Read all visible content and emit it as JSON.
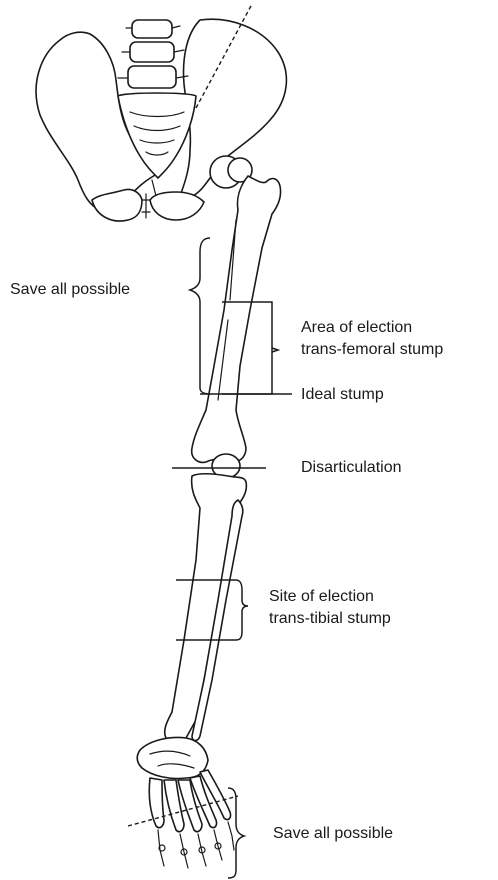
{
  "labels": {
    "save_all_possible_upper": "Save all possible",
    "area_of_election_line1": "Area of election",
    "area_of_election_line2": "trans-femoral stump",
    "ideal_stump": "Ideal stump",
    "disarticulation": "Disarticulation",
    "site_of_election_line1": "Site of election",
    "site_of_election_line2": "trans-tibial stump",
    "save_all_possible_lower": "Save all possible"
  },
  "colors": {
    "ink": "#1a1a1a",
    "background": "#ffffff"
  }
}
